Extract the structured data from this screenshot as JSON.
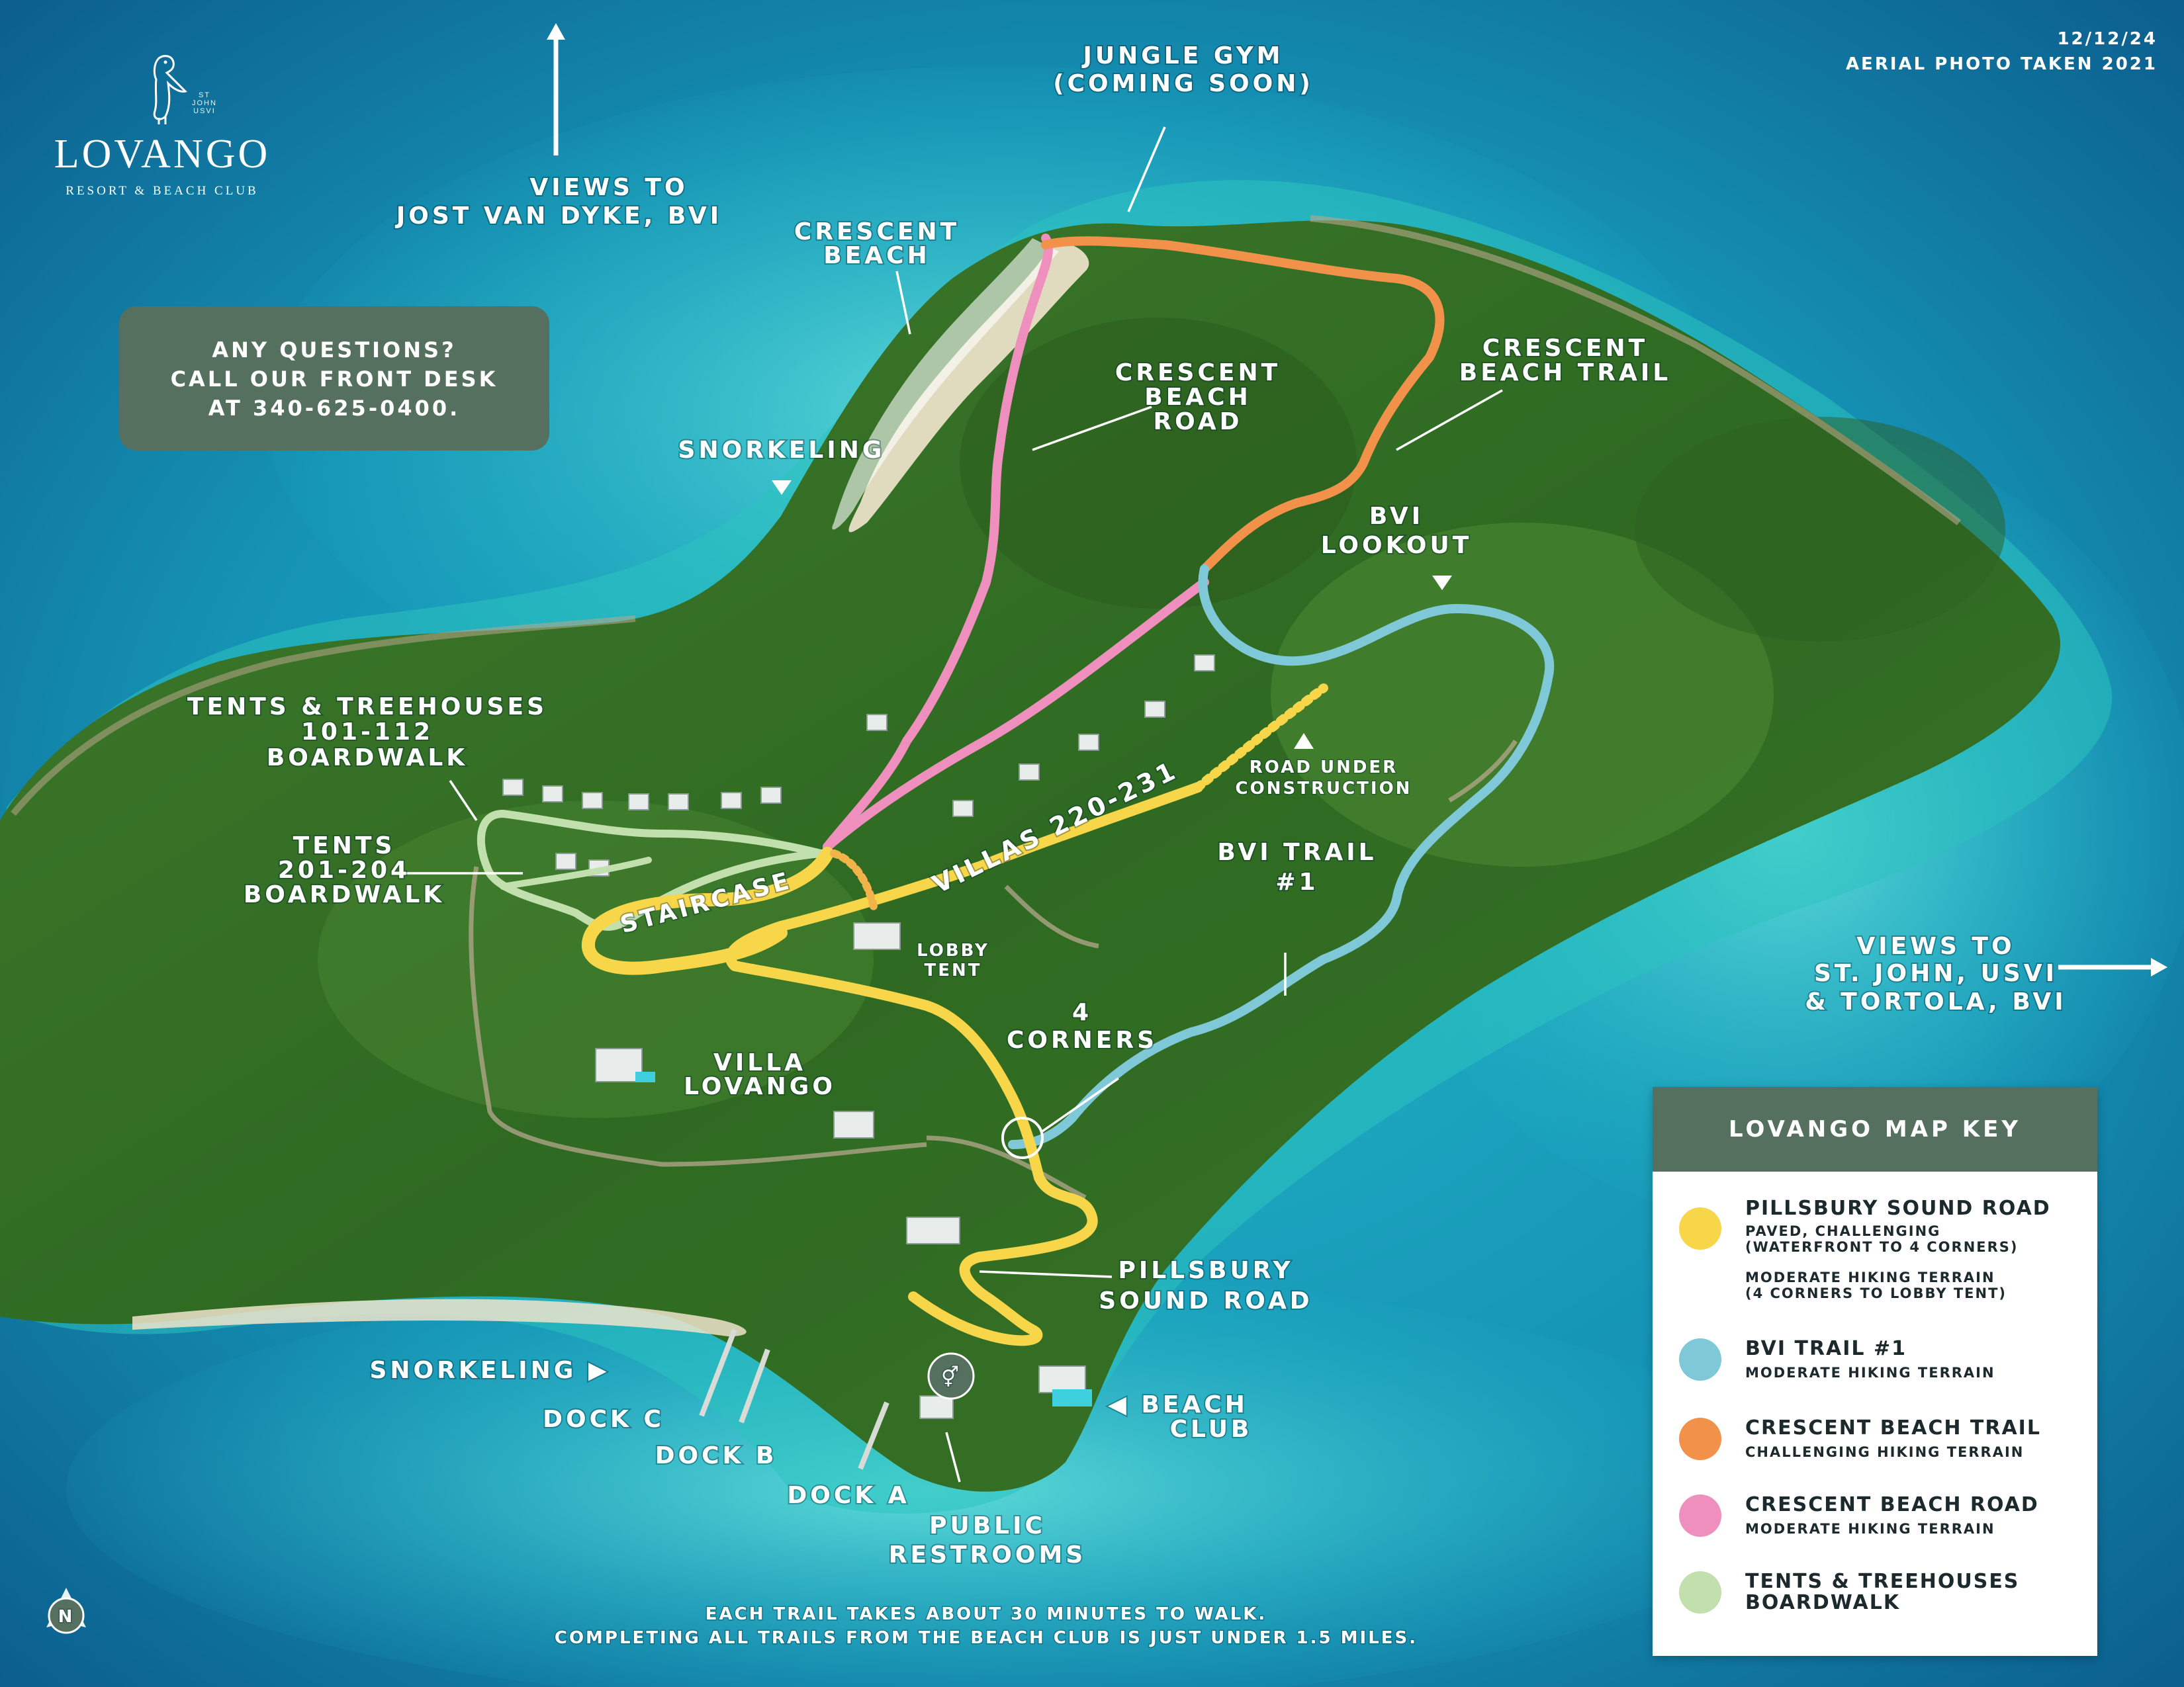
{
  "brand": {
    "name": "LOVANGO",
    "subtitle": "RESORT & BEACH CLUB",
    "tag_lines": [
      "ST",
      "JOHN",
      "USVI"
    ],
    "logo_icon": "pelican-icon"
  },
  "meta": {
    "date": "12/12/24",
    "photo_note": "AERIAL PHOTO TAKEN 2021"
  },
  "info_box": {
    "line1": "ANY QUESTIONS?",
    "line2": "CALL OUR FRONT DESK",
    "line3": "AT 340-625-0400."
  },
  "labels": {
    "views_north_1": "VIEWS TO",
    "views_north_2": "JOST VAN DYKE, BVI",
    "views_east_1": "VIEWS TO",
    "views_east_2": "ST. JOHN, USVI",
    "views_east_3": "& TORTOLA, BVI",
    "jungle_gym_1": "JUNGLE GYM",
    "jungle_gym_2": "(COMING SOON)",
    "crescent_beach_1": "CRESCENT",
    "crescent_beach_2": "BEACH",
    "crescent_beach_road_1": "CRESCENT",
    "crescent_beach_road_2": "BEACH",
    "crescent_beach_road_3": "ROAD",
    "crescent_beach_trail_1": "CRESCENT",
    "crescent_beach_trail_2": "BEACH TRAIL",
    "snorkeling_north": "SNORKELING",
    "bvi_lookout_1": "BVI",
    "bvi_lookout_2": "LOOKOUT",
    "tents_treehouses_1": "TENTS & TREEHOUSES",
    "tents_treehouses_2": "101-112",
    "tents_treehouses_3": "BOARDWALK",
    "tents_201_1": "TENTS",
    "tents_201_2": "201-204",
    "tents_201_3": "BOARDWALK",
    "road_construction_1": "ROAD UNDER",
    "road_construction_2": "CONSTRUCTION",
    "villas": "VILLAS 220-231",
    "staircase": "STAIRCASE",
    "bvi_trail_1": "BVI TRAIL",
    "bvi_trail_2": "#1",
    "lobby_tent_1": "LOBBY",
    "lobby_tent_2": "TENT",
    "four_corners_1": "4",
    "four_corners_2": "CORNERS",
    "villa_lovango_1": "VILLA",
    "villa_lovango_2": "LOVANGO",
    "pillsbury_1": "PILLSBURY",
    "pillsbury_2": "SOUND ROAD",
    "snorkeling_south": "SNORKELING ▶",
    "dock_c": "DOCK C",
    "dock_b": "DOCK B",
    "dock_a": "DOCK A",
    "beach_club_1": "◀ BEACH",
    "beach_club_2": "CLUB",
    "restrooms_1": "PUBLIC",
    "restrooms_2": "RESTROOMS",
    "north_marker": "N"
  },
  "footer": {
    "line1": "EACH TRAIL TAKES ABOUT 30 MINUTES TO WALK.",
    "line2": "COMPLETING ALL TRAILS FROM THE BEACH CLUB IS JUST UNDER 1.5 MILES."
  },
  "map_key": {
    "title": "LOVANGO MAP KEY",
    "items": [
      {
        "color": "#f7d64a",
        "title": "PILLSBURY SOUND ROAD",
        "desc1": "PAVED, CHALLENGING",
        "desc2": "(WATERFRONT TO 4 CORNERS)",
        "desc3": "MODERATE HIKING TERRAIN",
        "desc4": "(4 CORNERS TO LOBBY TENT)"
      },
      {
        "color": "#7fc8d8",
        "title": "BVI TRAIL #1",
        "desc1": "MODERATE HIKING TERRAIN"
      },
      {
        "color": "#f2924a",
        "title": "CRESCENT BEACH TRAIL",
        "desc1": "CHALLENGING HIKING TERRAIN"
      },
      {
        "color": "#ef8fbd",
        "title": "CRESCENT BEACH ROAD",
        "desc1": "MODERATE HIKING TERRAIN"
      },
      {
        "color": "#c2e0ad",
        "title": "TENTS & TREEHOUSES",
        "title2": "BOARDWALK"
      }
    ]
  }
}
